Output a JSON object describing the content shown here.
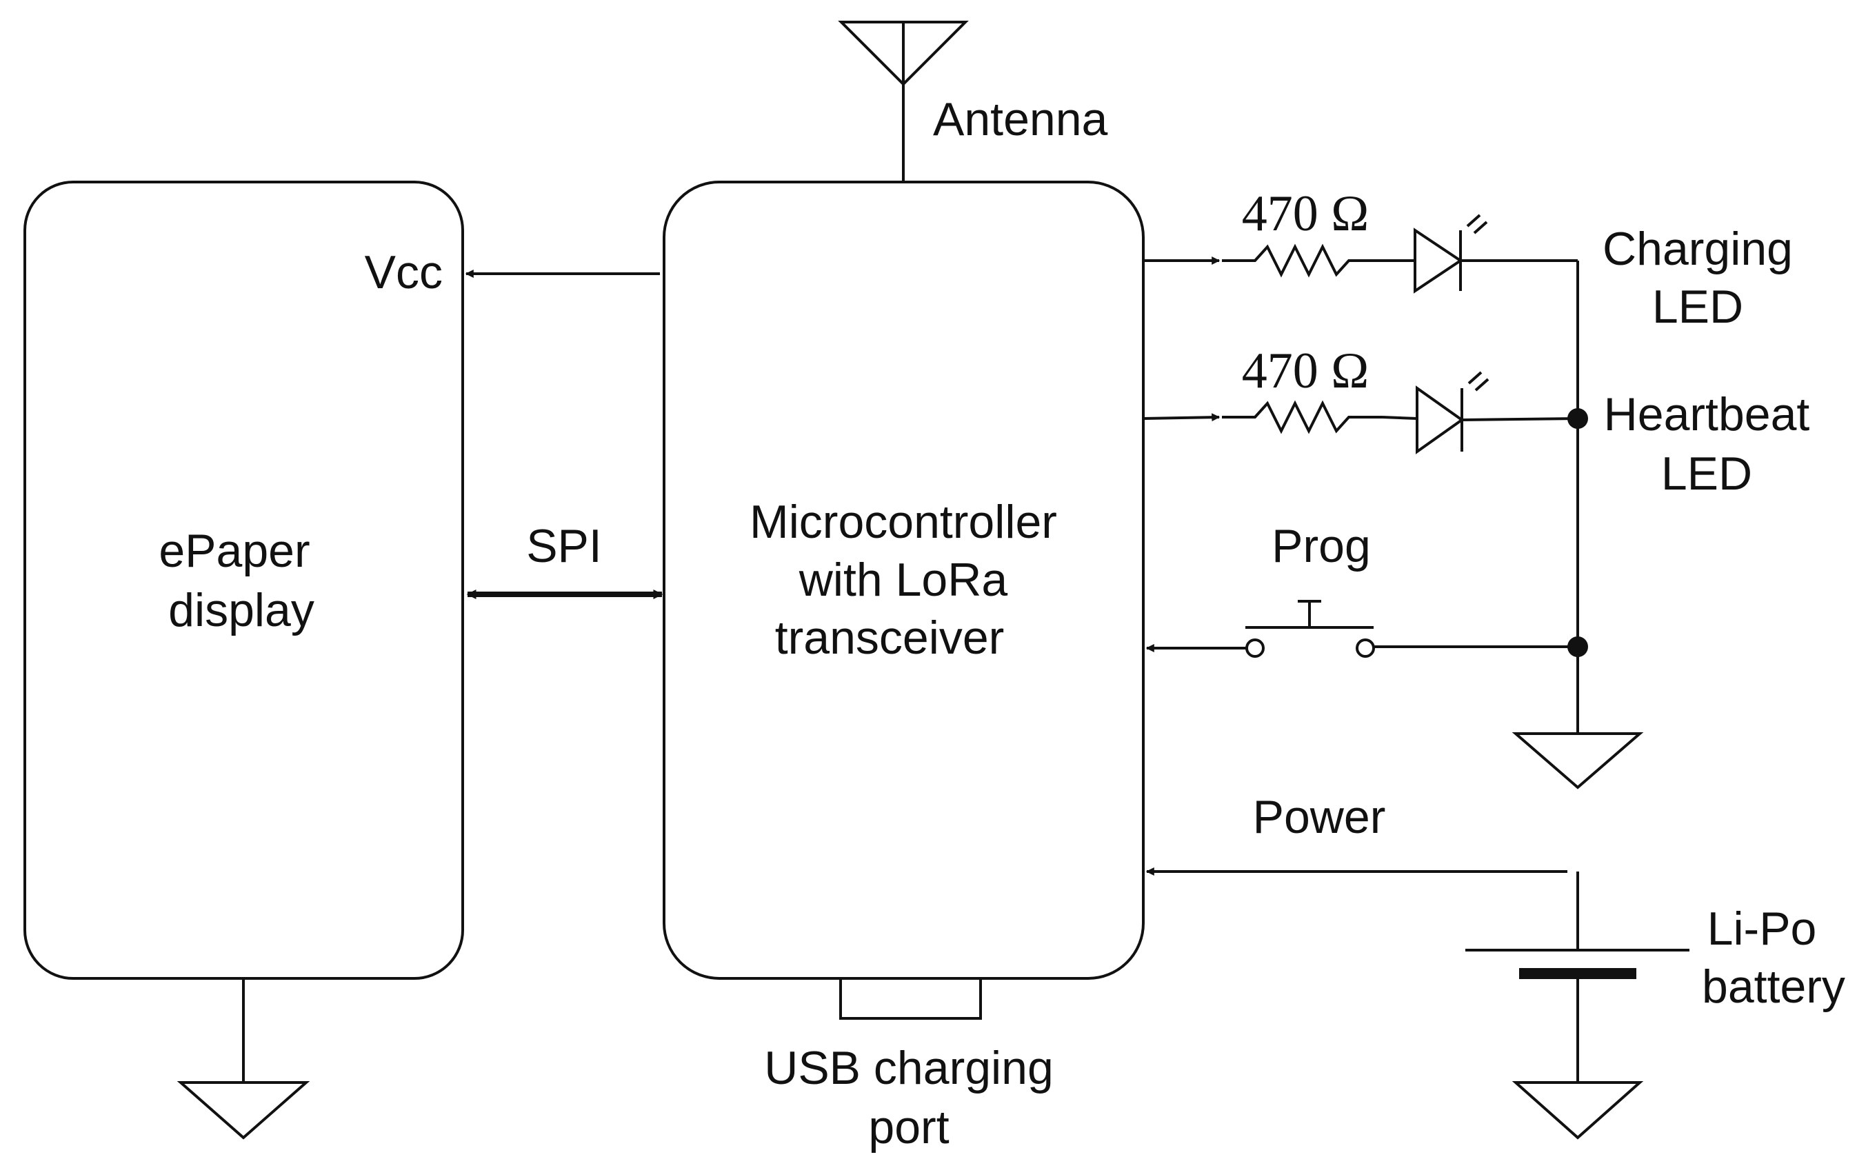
{
  "blocks": {
    "epaper": {
      "line1": "ePaper",
      "line2": "display",
      "vcc_label": "Vcc"
    },
    "mcu": {
      "line1": "Microcontroller",
      "line2": "with LoRa",
      "line3": "transceiver"
    },
    "usb": {
      "line1": "USB charging",
      "line2": "port"
    }
  },
  "labels": {
    "antenna": "Antenna",
    "spi": "SPI",
    "prog": "Prog",
    "power": "Power"
  },
  "components": {
    "resistor_1": {
      "value": "470 Ω"
    },
    "resistor_2": {
      "value": "470 Ω"
    },
    "charging_led": {
      "line1": "Charging",
      "line2": "LED"
    },
    "heartbeat_led": {
      "line1": "Heartbeat",
      "line2": "LED"
    },
    "battery": {
      "line1": "Li-Po",
      "line2": "battery"
    }
  },
  "colors": {
    "ink": "#111111",
    "background": "#ffffff"
  }
}
